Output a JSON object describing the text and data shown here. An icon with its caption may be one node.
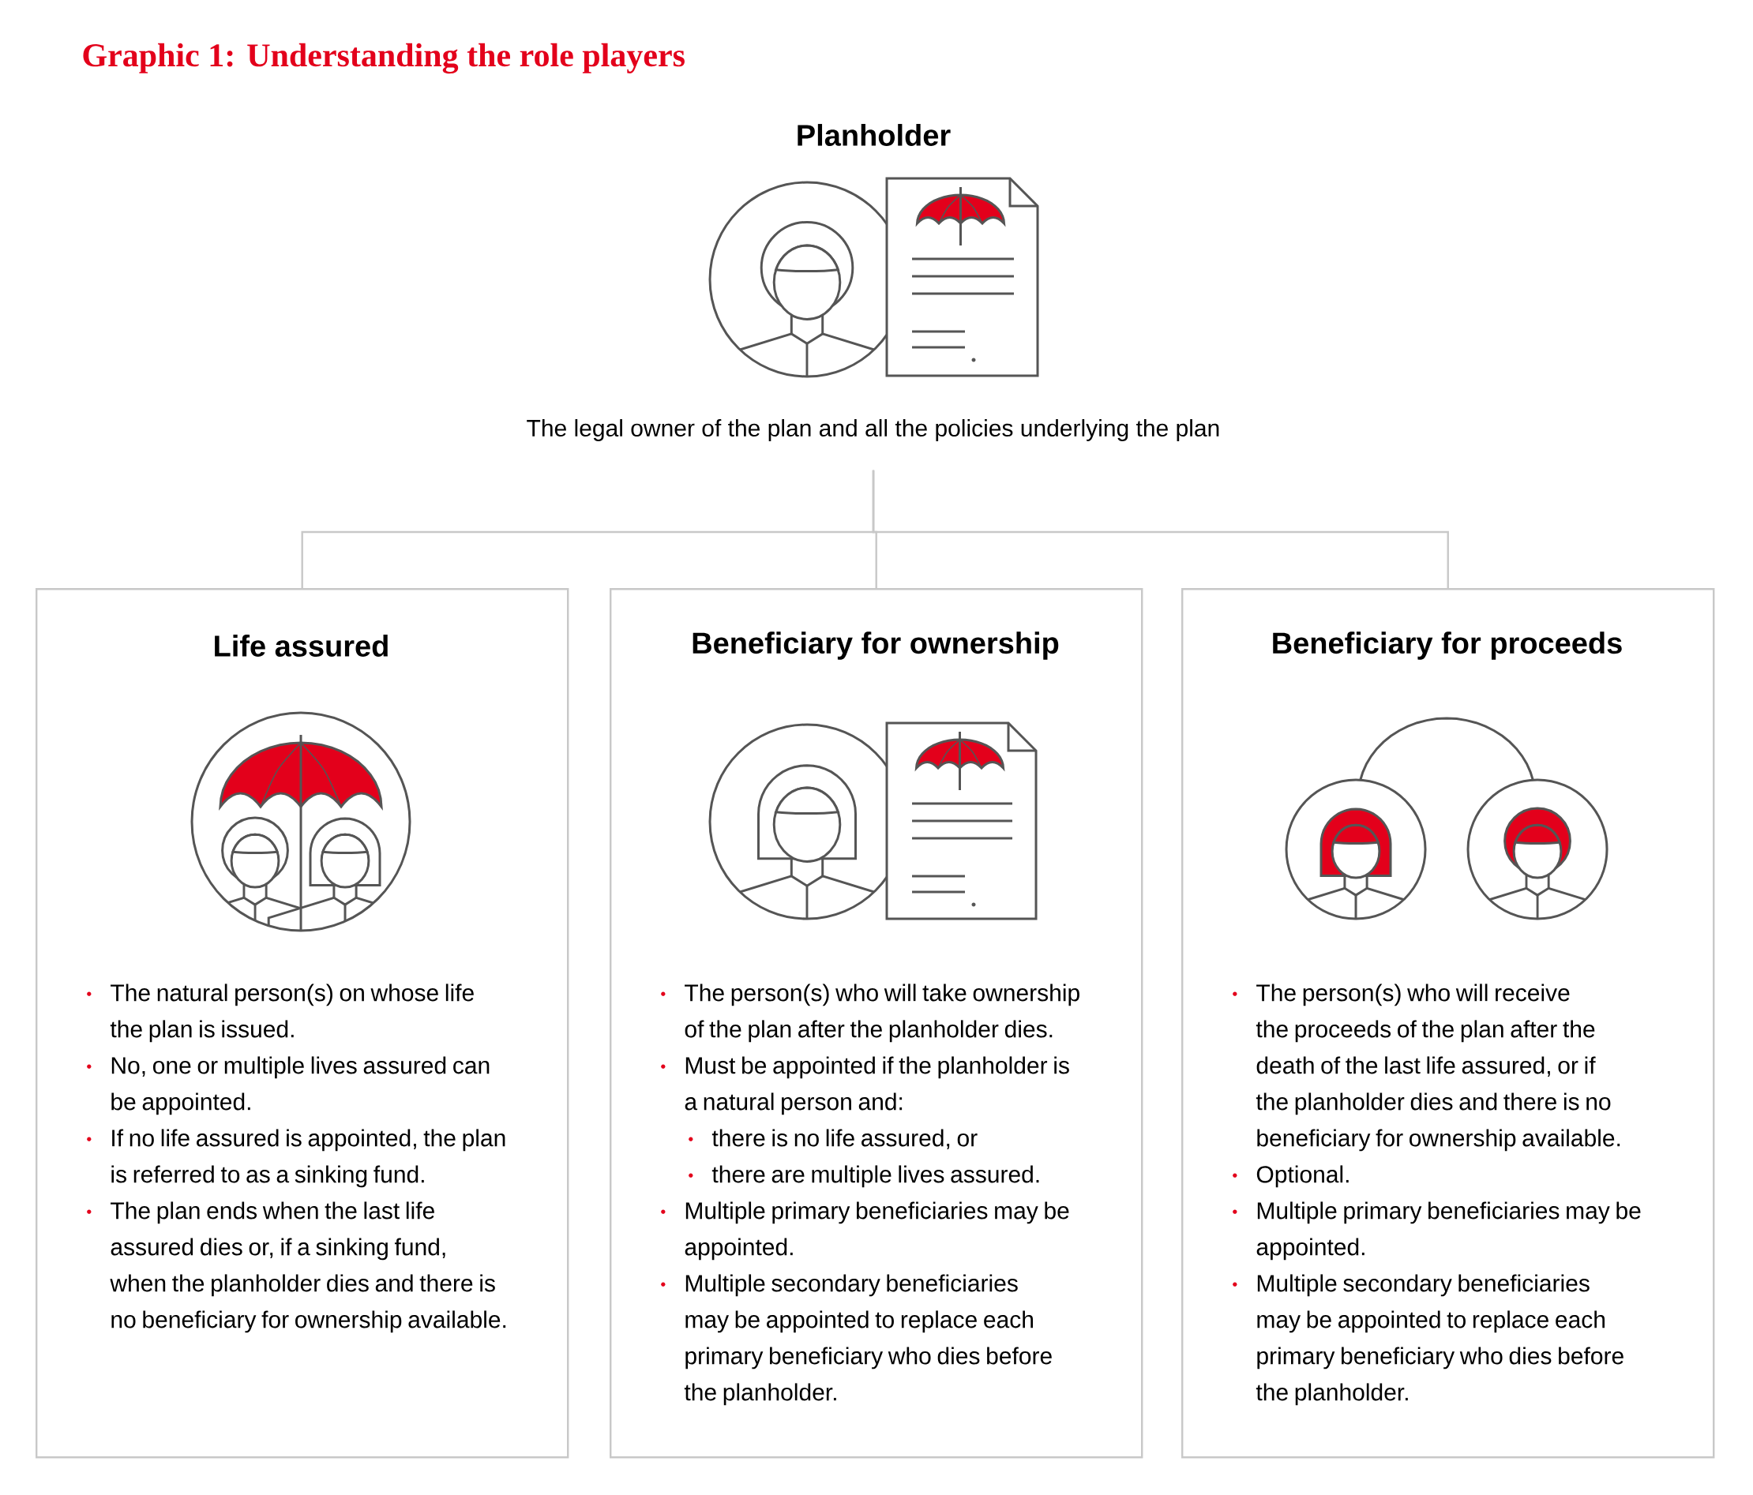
{
  "diagram": {
    "title": "Graphic 1: Understanding the role players",
    "nodes": [
      {
        "text": [
          "Planholder",
          "The legal owner of the plan and all the policies underlying the plan"
        ]
      },
      {
        "text": [
          "Life assured",
          "The natural person(s) on whose life the plan is issued.",
          "No, one or multiple lives assured can be appointed.",
          "If no life assured is appointed, the plan is referred to as a sinking fund.",
          "The plan ends when the last life assured dies or, if a sinking fund, when the planholder dies and there is no beneficiary for ownership available."
        ]
      },
      {
        "text": [
          "Beneficiary for ownership",
          "The person(s) who will take ownership of the plan after the planholder dies.",
          "Must be appointed if the planholder is a natural person and:",
          "there is no life assured, or",
          "there are multiple lives assured.",
          "Multiple primary beneficiaries may be appointed.",
          "Multiple secondary beneficiaries may be appointed to replace each primary beneficiary who dies before the planholder."
        ]
      },
      {
        "text": [
          "Beneficiary for proceeds",
          "The person(s) who will receive the proceeds of the plan after the death of the last life assured, or if the planholder dies and there is no beneficiary for ownership available.",
          "Optional.",
          "Multiple primary beneficiaries may be appointed.",
          "Multiple secondary beneficiaries may be appointed to replace each primary beneficiary who dies before the planholder."
        ]
      }
    ],
    "edges": [
      {
        "from": 0,
        "to": 1,
        "arrow": "none"
      },
      {
        "from": 0,
        "to": 2,
        "arrow": "none"
      },
      {
        "from": 0,
        "to": 3,
        "arrow": "none"
      }
    ]
  }
}
